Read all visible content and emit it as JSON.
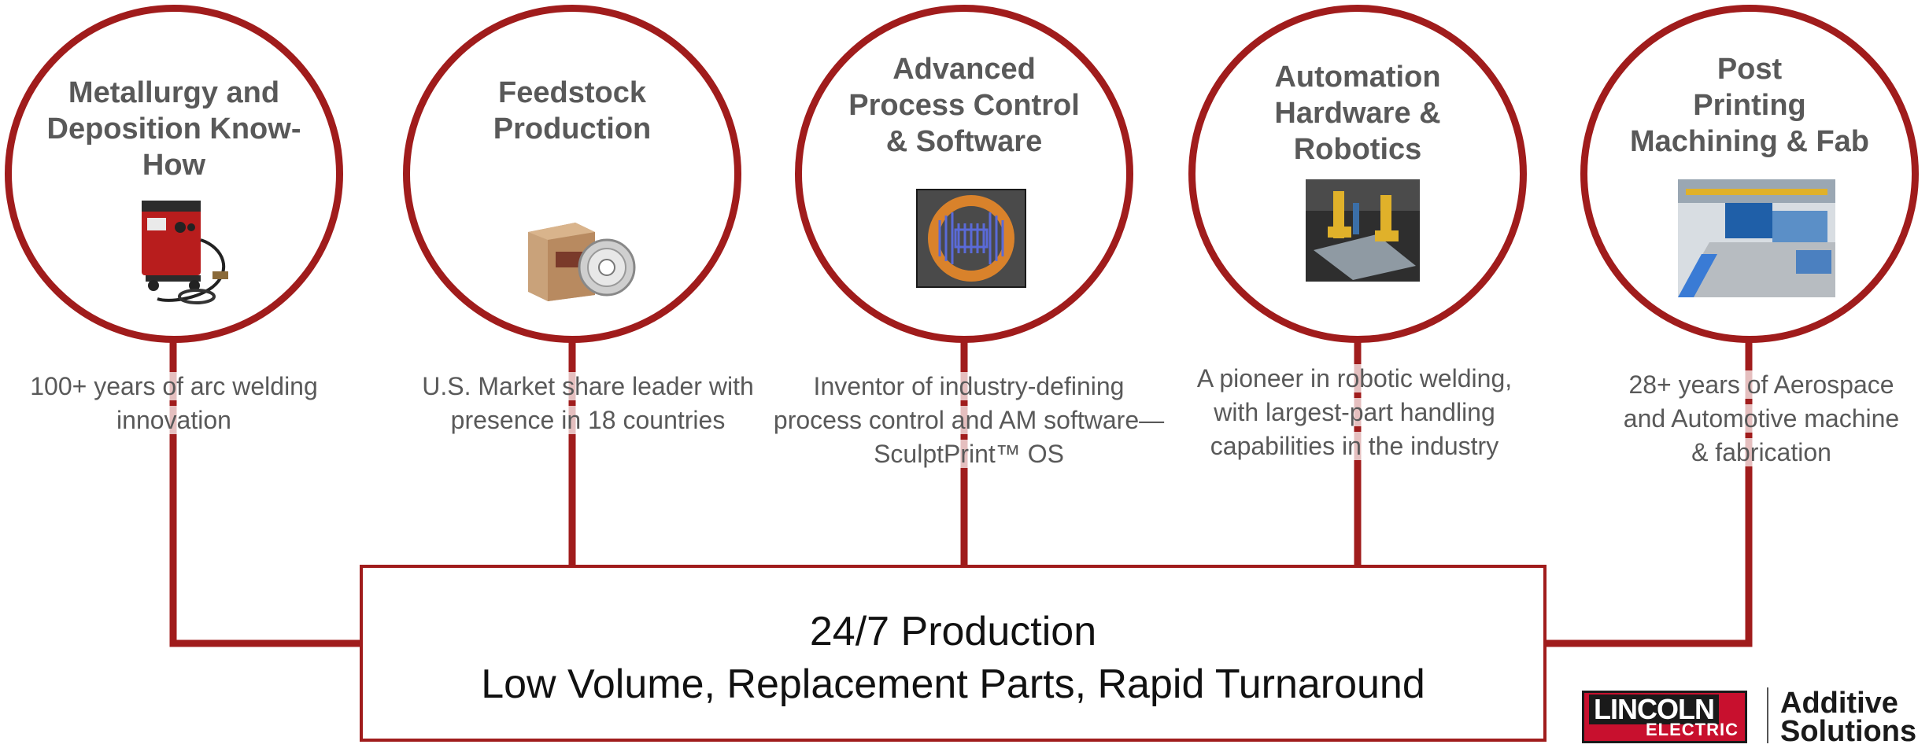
{
  "colors": {
    "accent": "#a01c1c",
    "heading_text": "#595959",
    "body_text": "#111111"
  },
  "pillars": [
    {
      "title": "Metallurgy and\nDeposition Know-\nHow",
      "image": "welding-machine-icon",
      "description": "100+ years of arc welding\ninnovation"
    },
    {
      "title": "Feedstock\nProduction",
      "image": "wire-spool-box-icon",
      "description": "U.S. Market share leader with\npresence in 18 countries"
    },
    {
      "title": "Advanced\nProcess Control\n& Software",
      "image": "toolpath-software-icon",
      "description": "Inventor of industry-defining\nprocess control and AM software—\nSculptPrint™ OS"
    },
    {
      "title": "Automation\nHardware &\nRobotics",
      "image": "robotic-welding-cell-icon",
      "description": "A pioneer in robotic welding,\nwith largest-part handling\ncapabilities in the industry"
    },
    {
      "title": "Post\nPrinting\nMachining & Fab",
      "image": "machining-facility-icon",
      "description": "28+ years of Aerospace\nand Automotive machine\n& fabrication"
    }
  ],
  "production": {
    "line1": "24/7 Production",
    "line2": "Low Volume, Replacement Parts, Rapid Turnaround"
  },
  "logo": {
    "brand_top": "LINCOLN",
    "brand_bottom": "ELECTRIC",
    "product": "Additive\nSolutions"
  }
}
